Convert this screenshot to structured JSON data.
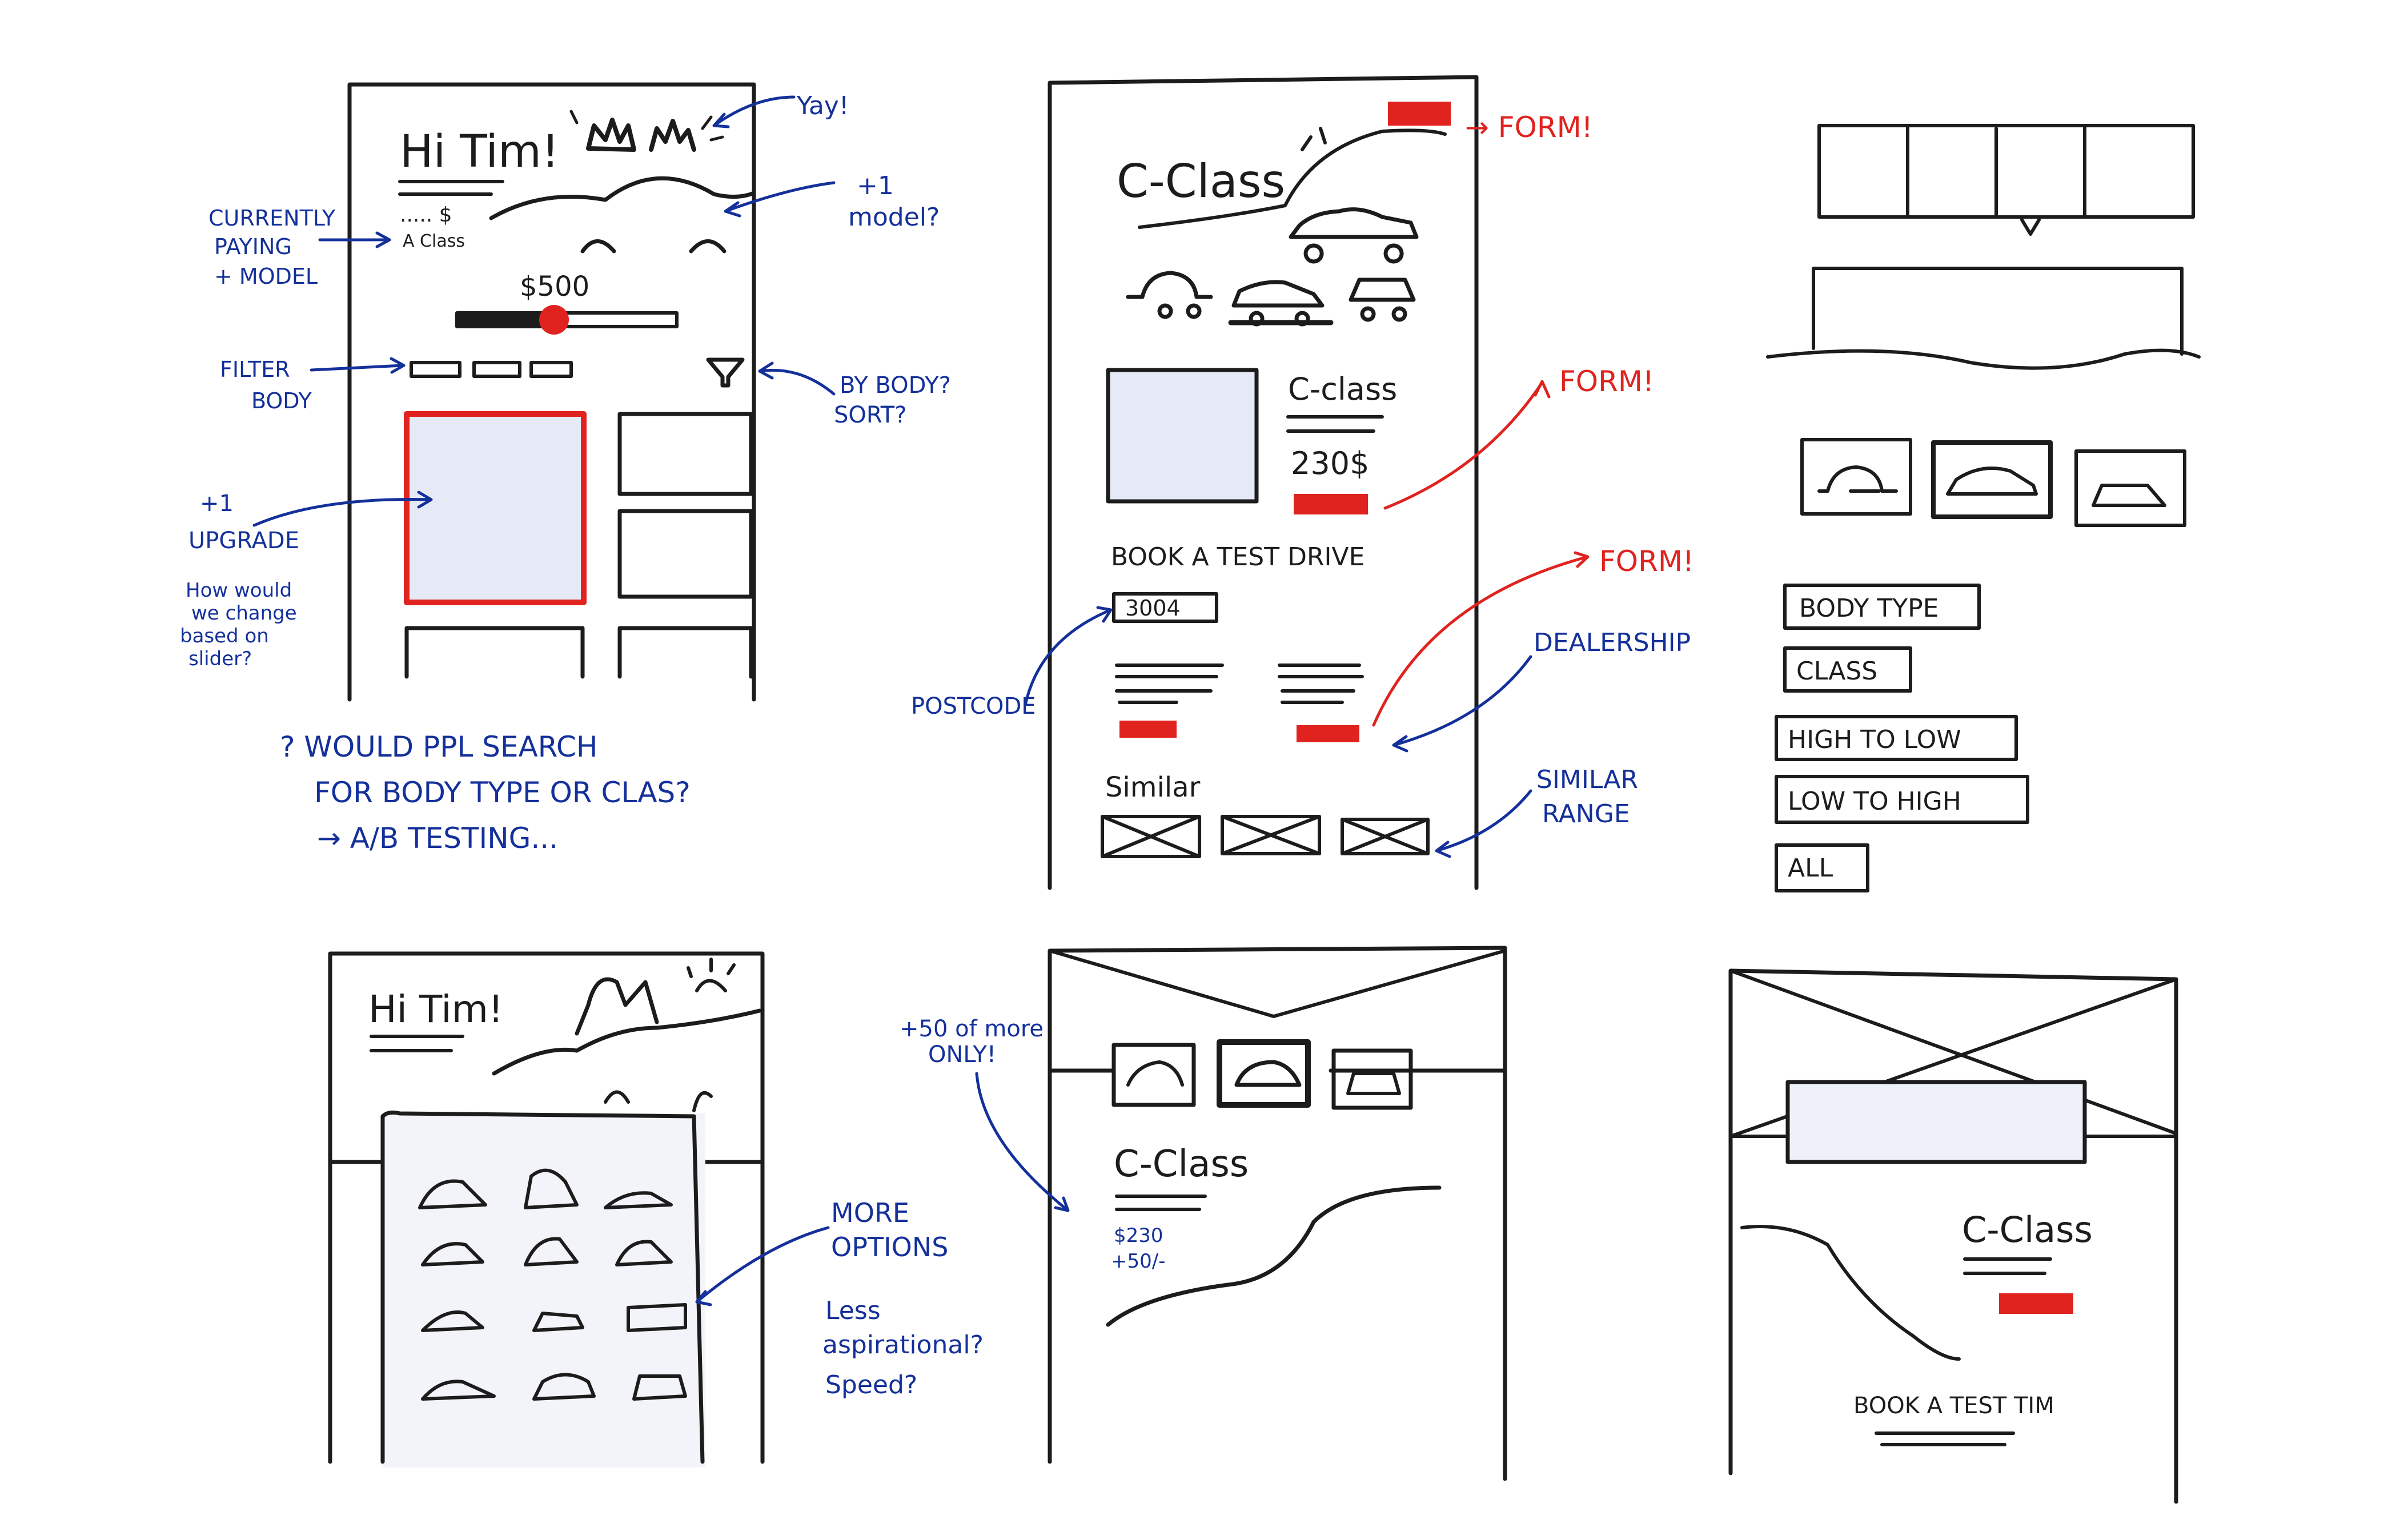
{
  "sketch1": {
    "greeting": "Hi Tim!",
    "price_dots": "..... $",
    "model": "A Class",
    "slider_value": "$500",
    "note_currently": [
      "CURRENTLY",
      "PAYING",
      "+ MODEL"
    ],
    "note_yay": "Yay!",
    "note_model": [
      "+1",
      "model?"
    ],
    "note_filter": [
      "FILTER",
      "BODY"
    ],
    "note_sort": [
      "BY BODY?",
      "SORT?"
    ],
    "note_upgrade": [
      "+1",
      "UPGRADE"
    ],
    "note_change": [
      "How would",
      "we change",
      "based on",
      "slider?"
    ],
    "question": [
      "? WOULD PPL SEARCH",
      "FOR BODY TYPE OR CLAS?",
      "→ A/B TESTING..."
    ]
  },
  "sketch2": {
    "title": "C-Class",
    "card_title": "C-class",
    "card_price": "230$",
    "test_drive": "BOOK A TEST DRIVE",
    "postcode_value": "3004",
    "similar": "Similar",
    "note_form_1": "→ FORM!",
    "note_form_2": "FORM!",
    "note_form_3": "FORM!",
    "note_postcode": "POSTCODE",
    "note_dealership": "DEALERSHIP",
    "note_similar": [
      "SIMILAR",
      "RANGE"
    ]
  },
  "sketch3": {
    "buttons": [
      "BODY TYPE",
      "CLASS",
      "HIGH TO LOW",
      "LOW TO HIGH",
      "ALL"
    ]
  },
  "sketch4": {
    "greeting": "Hi Tim!",
    "note_more": [
      "MORE",
      "OPTIONS"
    ],
    "note_less": [
      "Less",
      "aspirational?",
      "Speed?"
    ]
  },
  "sketch5": {
    "title": "C-Class",
    "price": "$230",
    "extra": "+50/-",
    "note_more": [
      "+50 of more",
      "ONLY!"
    ]
  },
  "sketch6": {
    "title": "C-Class",
    "test_drive": "BOOK A TEST TIM"
  },
  "colors": {
    "ink": "#1c1c1c",
    "blue": "#14309a",
    "red": "#e0231f",
    "shade": "#e6eaf6"
  }
}
